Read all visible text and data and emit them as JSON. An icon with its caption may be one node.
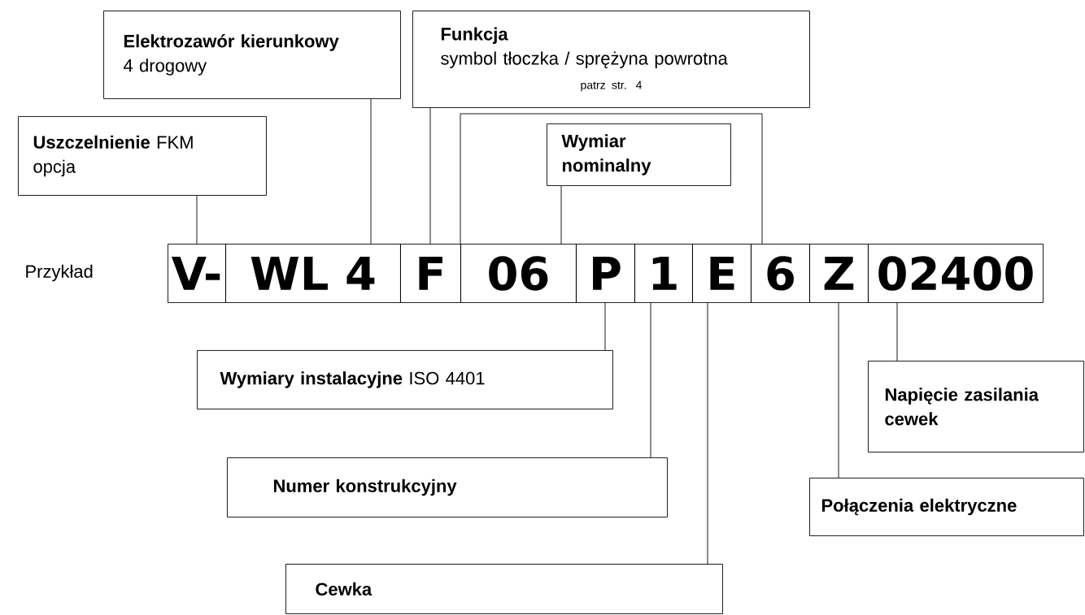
{
  "diagram": {
    "nodes": [
      {
        "text": [
          "Elektrozawór kierunkowy",
          "4 drogowy"
        ]
      },
      {
        "text": [
          "Funkcja",
          "symbol tłoczka / sprężyna powrotna",
          "patrz str. 4"
        ]
      },
      {
        "text": [
          "**Uszczelnienie** FKM",
          "opcja"
        ]
      },
      {
        "text": [
          "Wymiar nominalny"
        ]
      },
      {
        "text": [
          "V-"
        ]
      },
      {
        "text": [
          "WL 4"
        ]
      },
      {
        "text": [
          "F"
        ]
      },
      {
        "text": [
          "06"
        ]
      },
      {
        "text": [
          "P"
        ]
      },
      {
        "text": [
          "1"
        ]
      },
      {
        "text": [
          "E"
        ]
      },
      {
        "text": [
          "6"
        ]
      },
      {
        "text": [
          "Z"
        ]
      },
      {
        "text": [
          "02400"
        ]
      },
      {
        "text": [
          "**Wymiary instalacyjne** ISO 4401"
        ]
      },
      {
        "text": [
          "Napięcie zasilania cewek"
        ]
      },
      {
        "text": [
          "Numer konstrukcyjny"
        ]
      },
      {
        "text": [
          "Połączenia elektryczne"
        ]
      },
      {
        "text": [
          "Cewka"
        ]
      }
    ],
    "edges": [
      {
        "from": 0,
        "to": 5,
        "arrow": "none"
      },
      {
        "from": 1,
        "to": 6,
        "arrow": "none"
      },
      {
        "from": 2,
        "to": 4,
        "arrow": "none"
      },
      {
        "from": 3,
        "to": 7,
        "arrow": "none"
      },
      {
        "from": 14,
        "to": 8,
        "arrow": "none"
      },
      {
        "from": 16,
        "to": 9,
        "arrow": "none"
      },
      {
        "from": 18,
        "to": 10,
        "arrow": "none"
      },
      {
        "from": 17,
        "to": 12,
        "arrow": "none"
      },
      {
        "from": 15,
        "to": 13,
        "arrow": "none"
      }
    ],
    "labels": [
      "Przykład"
    ]
  }
}
